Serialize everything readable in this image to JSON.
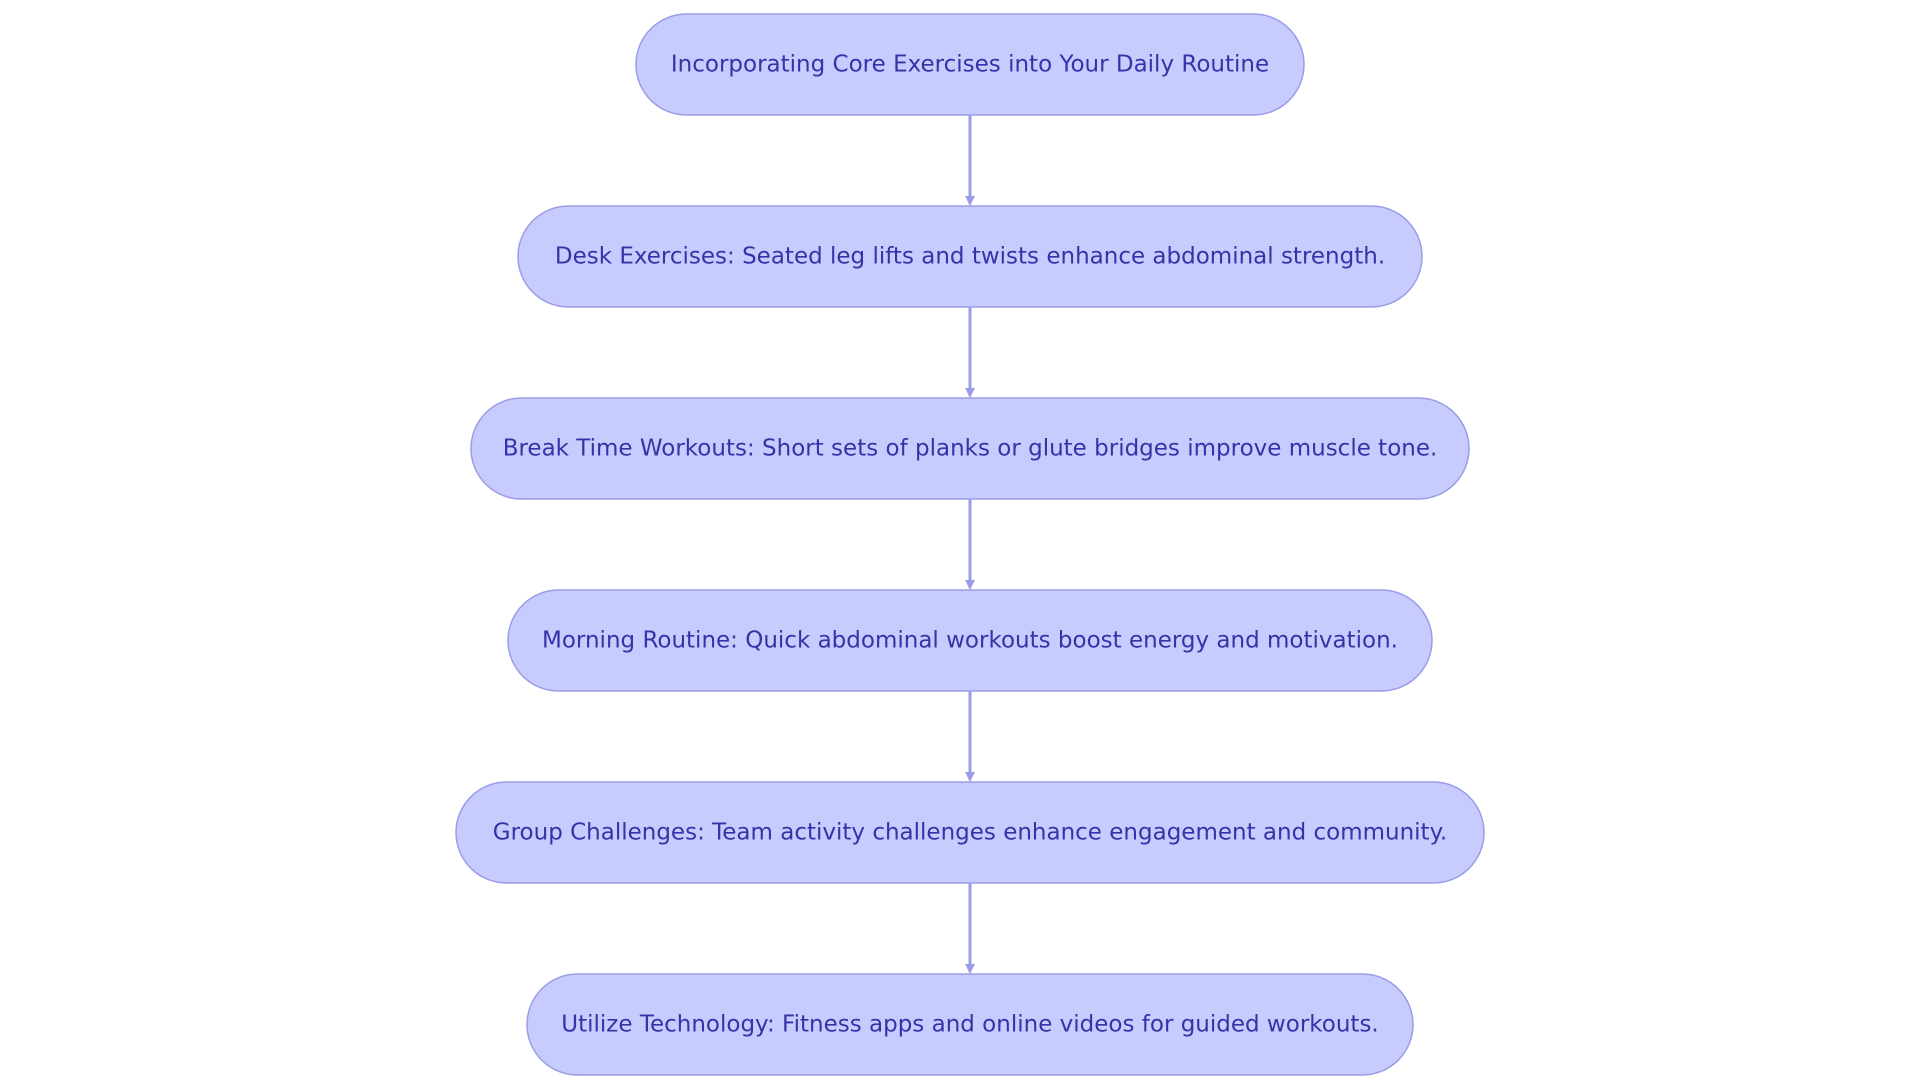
{
  "colors": {
    "node_fill": "#c8cbfd",
    "node_stroke": "#9a9ee6",
    "text": "#3434a8",
    "edge": "#9a9ee6",
    "background": "#ffffff"
  },
  "nodes": [
    {
      "id": "root",
      "label": "Incorporating Core Exercises into Your Daily Routine"
    },
    {
      "id": "desk",
      "label": "Desk Exercises: Seated leg lifts and twists enhance abdominal strength."
    },
    {
      "id": "break",
      "label": "Break Time Workouts: Short sets of planks or glute bridges improve muscle tone."
    },
    {
      "id": "morning",
      "label": "Morning Routine: Quick abdominal workouts boost energy and motivation."
    },
    {
      "id": "group",
      "label": "Group Challenges: Team activity challenges enhance engagement and community."
    },
    {
      "id": "tech",
      "label": "Utilize Technology: Fitness apps and online videos for guided workouts."
    }
  ],
  "edges": [
    {
      "from": "root",
      "to": "desk"
    },
    {
      "from": "desk",
      "to": "break"
    },
    {
      "from": "break",
      "to": "morning"
    },
    {
      "from": "morning",
      "to": "group"
    },
    {
      "from": "group",
      "to": "tech"
    }
  ]
}
